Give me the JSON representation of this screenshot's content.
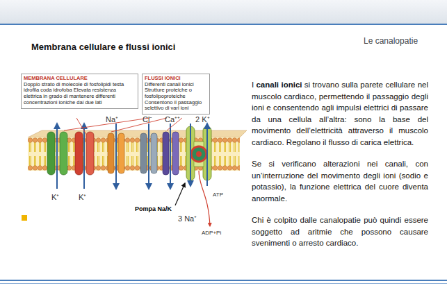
{
  "diagram": {
    "title": "Membrana cellulare e flussi ionici",
    "nodes": [
      {
        "text": [
          "MEMBRANA CELLULARE",
          "Doppio strato di molecole di fosfolipidi testa idrofila coda idrofoba Elevata resistenza elettrica in grado di mantenere differenti concentrazioni ioniche dai due lati"
        ]
      },
      {
        "text": [
          "FLUSSI IONICI",
          "Differenti canali ionici Strutture proteiche o fosfolipoproteiche Consentono il passaggio selettivo di vari ioni"
        ]
      }
    ],
    "labels": [
      "Le canalopatie",
      "Na⁺",
      "Cl⁻",
      "Ca⁺⁺",
      "2 K⁺",
      "K⁺",
      "K⁺",
      "3 Na⁺",
      "ATP",
      "ADP+Pi",
      "Pompa Na/K",
      "I",
      "canali ionici",
      "si trovano sulla parete cellulare nel muscolo cardiaco, permettendo il passaggio degli ioni e consentendo agli impulsi elettrici di passare da una cellula all’altra: sono la base del movimento dell’elettricità attraverso il muscolo cardiaco. Regolano il flusso di carica elettrica.",
      "Se si verificano alterazioni nei canali, con un’interruzione del movimento degli ioni (sodio e potassio), la funzione elettrica del cuore diventa anormale.",
      "Chi è colpito dalle canalopatie può quindi essere soggetto ad aritmie che possono causare svenimenti o arresto cardiaco."
    ]
  }
}
